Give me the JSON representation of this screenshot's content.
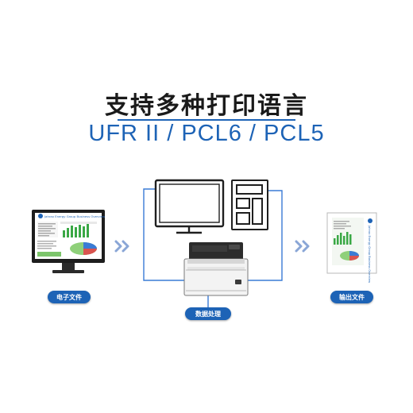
{
  "colors": {
    "accent": "#1d63b6",
    "line": "#3a7bd5",
    "arrow": "#8aa6d6",
    "device": "#1f1f1f"
  },
  "header": {
    "title": "支持多种打印语言",
    "subtitle": "UFR II / PCL6 / PCL5"
  },
  "labels": {
    "left": "电子文件",
    "center": "数据处理",
    "right": "输出文件"
  },
  "screen_doc": {
    "heading": "Jahrax Energy Group Business Overview"
  },
  "output_doc": {
    "heading": "Jahrax Energy Group Business Overview"
  },
  "icons": [
    "monitor-icon",
    "document-layout-icon",
    "printer-icon",
    "chevron-right-icon"
  ]
}
